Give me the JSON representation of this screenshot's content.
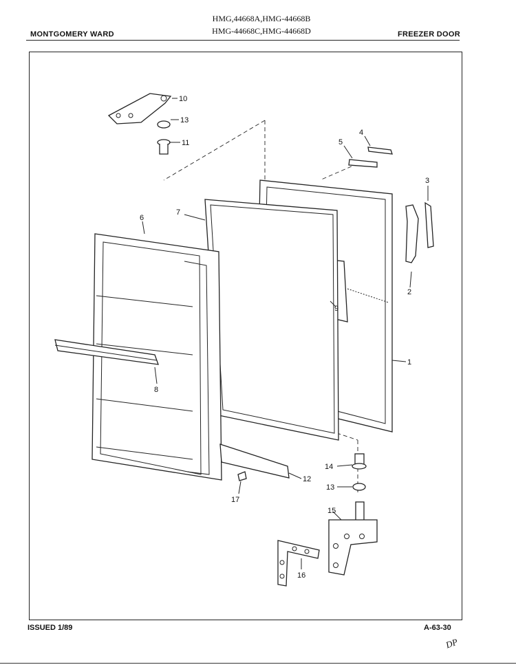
{
  "header": {
    "brand": "MONTGOMERY WARD",
    "section": "FREEZER DOOR",
    "models_line1": "HMG,44668A,HMG-44668B",
    "models_line2": "HMG-44668C,HMG-44668D"
  },
  "footer": {
    "issued": "ISSUED 1/89",
    "page_code": "A-63-30",
    "mark": "DP"
  },
  "callouts": [
    "1",
    "2",
    "3",
    "4",
    "5",
    "6",
    "7",
    "8",
    "9",
    "10",
    "11",
    "12",
    "13",
    "13",
    "14",
    "15",
    "16",
    "17"
  ]
}
